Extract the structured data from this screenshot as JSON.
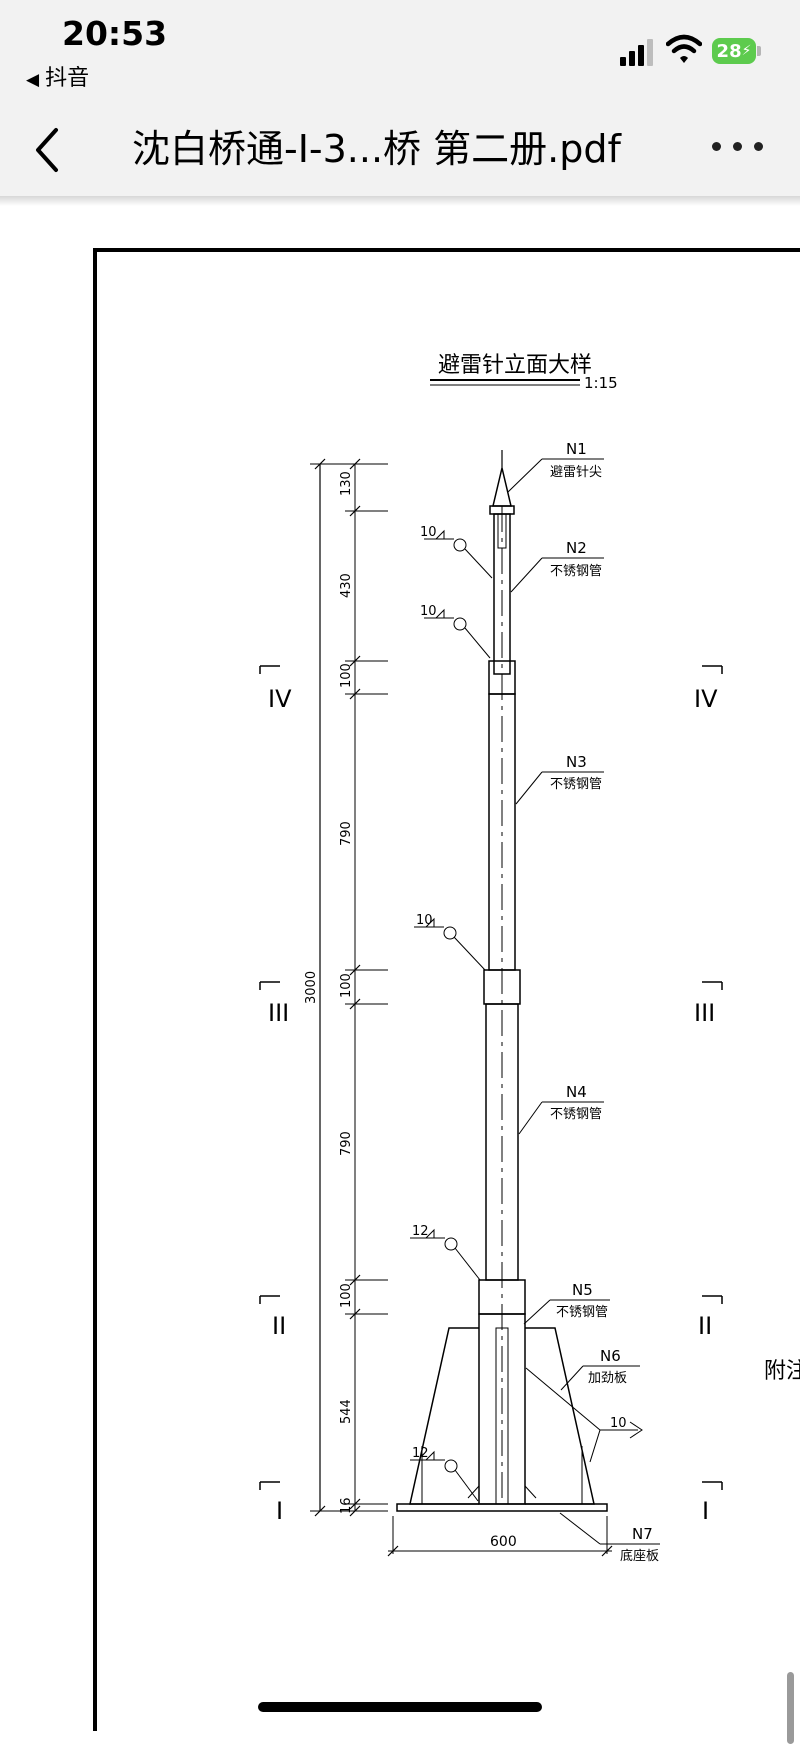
{
  "status_bar": {
    "time": "20:53",
    "back_app": "抖音",
    "back_arrow_icon": "triangle-left-icon",
    "signal_icon": "cellular-signal-icon",
    "wifi_icon": "wifi-icon",
    "battery_level": "28",
    "battery_color": "#5dcb4e"
  },
  "nav": {
    "title": "沈白桥通-I-3...桥  第二册.pdf",
    "back_icon": "chevron-left-icon",
    "more_icon": "more-horizontal-icon"
  },
  "drawing": {
    "title": "避雷针立面大样",
    "scale": "1:15",
    "parts": [
      {
        "id": "N1",
        "name": "避雷针尖"
      },
      {
        "id": "N2",
        "name": "不锈钢管"
      },
      {
        "id": "N3",
        "name": "不锈钢管"
      },
      {
        "id": "N4",
        "name": "不锈钢管"
      },
      {
        "id": "N5",
        "name": "不锈钢管"
      },
      {
        "id": "N6",
        "name": "加劲板"
      },
      {
        "id": "N7",
        "name": "底座板"
      }
    ],
    "dimensions": {
      "segments": [
        "130",
        "430",
        "100",
        "790",
        "100",
        "790",
        "100",
        "544",
        "16"
      ],
      "total": "3000",
      "base_width": "600"
    },
    "welds": [
      "10",
      "10",
      "10",
      "12",
      "12",
      "10"
    ],
    "sections": [
      "IV",
      "III",
      "II",
      "I"
    ],
    "side_note": "附注"
  }
}
